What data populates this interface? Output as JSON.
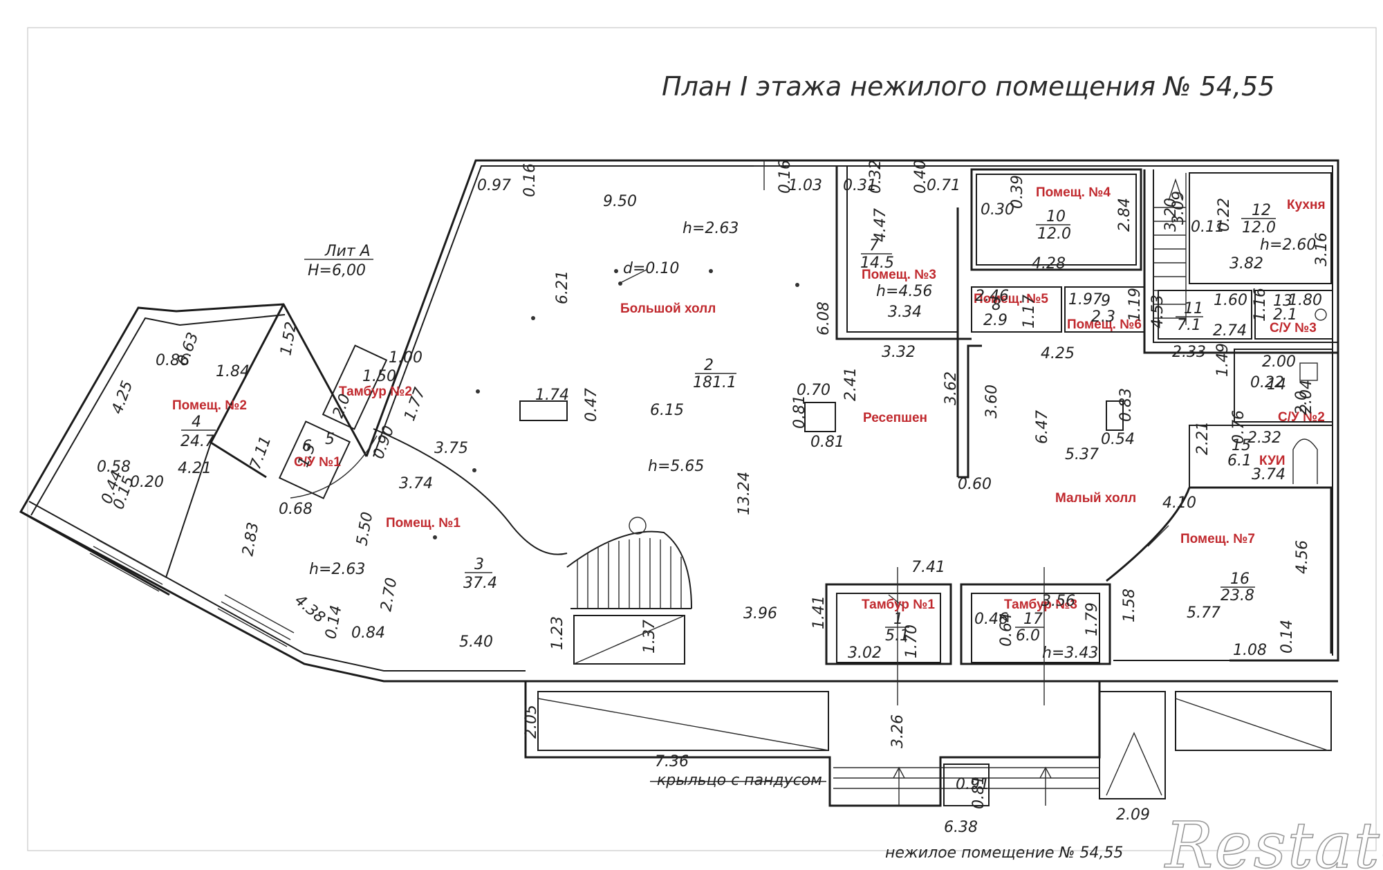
{
  "title": "План I этажа нежилого помещения № 54,55",
  "footer_note": "нежилое помещение № 54,55",
  "porch_note": "крыльцо с пандусом",
  "lit_label": "Лит А",
  "lit_height": "Н=6,00",
  "watermark": "Restate",
  "rooms": [
    {
      "label": "Большой холл",
      "number": "2",
      "area": "181.1"
    },
    {
      "label": "Помещ. №1",
      "number": "3",
      "area": "37.4"
    },
    {
      "label": "Помещ. №2",
      "number": "4",
      "area": "24.7"
    },
    {
      "label": "Помещ. №3",
      "number": "7",
      "area": "14.5"
    },
    {
      "label": "Помещ. №4",
      "number": "10",
      "area": "12.0"
    },
    {
      "label": "Помещ. №5",
      "number": "8",
      "area": "2.9"
    },
    {
      "label": "Помещ. №6",
      "number": "9",
      "area": "2.3"
    },
    {
      "label": "Помещ. №7",
      "number": "16",
      "area": "23.8"
    },
    {
      "label": "Кухня",
      "number": "12",
      "area": "12.0"
    },
    {
      "label": "Ресепшен",
      "number": "",
      "area": ""
    },
    {
      "label": "Малый холл",
      "number": "11",
      "area": "7.1"
    },
    {
      "label": "Тамбур №1",
      "number": "1",
      "area": "5.1"
    },
    {
      "label": "Тамбур №2",
      "number": "5",
      "area": "2.0"
    },
    {
      "label": "Тамбур №3",
      "number": "17",
      "area": "6.0"
    },
    {
      "label": "С/У №1",
      "number": "6",
      "area": "1.3"
    },
    {
      "label": "С/У №2",
      "number": "14",
      "area": "2.0"
    },
    {
      "label": "С/У №3",
      "number": "13",
      "area": "2.1"
    },
    {
      "label": "КУИ",
      "number": "15",
      "area": "6.1"
    }
  ],
  "heights": [
    "h=2.63",
    "h=5.65",
    "h=4.56",
    "h=2.60",
    "h=2.63",
    "h=3.43",
    "d=0.10"
  ],
  "dimensions": [
    "0.97",
    "0.16",
    "9.50",
    "0.16",
    "1.03",
    "0.31",
    "0.32",
    "0.40",
    "0.71",
    "0.39",
    "0.30",
    "2.84",
    "4.28",
    "3.20",
    "0.11",
    "0.22",
    "3.16",
    "3.82",
    "6.21",
    "6.08",
    "4.47",
    "3.34",
    "2.46",
    "1.17",
    "1.97",
    "1.19",
    "4.53",
    "1.60",
    "2.74",
    "1.16",
    "1.80",
    "3.32",
    "4.25",
    "2.33",
    "1.49",
    "2.00",
    "0.22",
    "2.04",
    "0.70",
    "2.41",
    "3.62",
    "3.60",
    "0.83",
    "6.47",
    "0.54",
    "5.37",
    "0.81",
    "0.81",
    "1.74",
    "0.47",
    "6.15",
    "13.24",
    "0.60",
    "2.21",
    "0.76",
    "2.32",
    "3.74",
    "4.10",
    "4.56",
    "1.00",
    "1.50",
    "1.52",
    "3.75",
    "1.77",
    "0.86",
    "0.63",
    "1.84",
    "4.25",
    "4.21",
    "7.11",
    "0.58",
    "0.44",
    "0.20",
    "0.15",
    "3.74",
    "0.68",
    "0.90",
    "5.50",
    "2.83",
    "2.70",
    "4.38",
    "0.14",
    "0.84",
    "5.40",
    "1.23",
    "1.37",
    "3.96",
    "1.41",
    "7.41",
    "3.02",
    "1.70",
    "0.46",
    "0.64",
    "3.56",
    "1.79",
    "1.58",
    "5.77",
    "1.08",
    "0.14",
    "2.05",
    "3.26",
    "7.36",
    "0.91",
    "0.81",
    "6.38",
    "2.09",
    "3.09"
  ]
}
